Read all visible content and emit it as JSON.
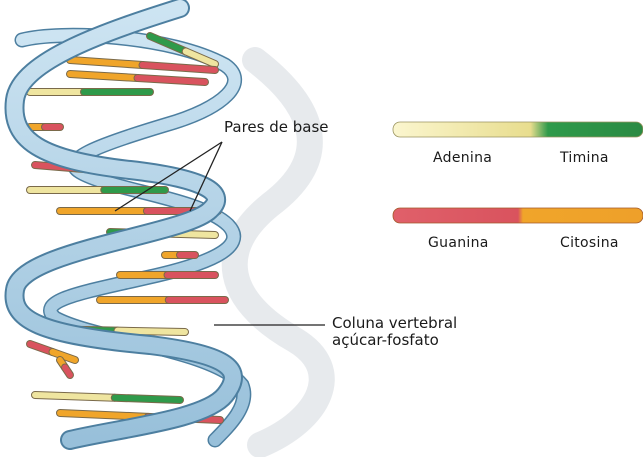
{
  "labels": {
    "base_pairs": "Pares de base",
    "backbone_line1": "Coluna vertebral",
    "backbone_line2": "açúcar-fosfato"
  },
  "legend": {
    "pair_1": {
      "left": "Adenina",
      "right": "Timina",
      "left_color": "#efe5a0",
      "right_color": "#2f9a4a"
    },
    "pair_2": {
      "left": "Guanina",
      "right": "Citosina",
      "left_color": "#d9535e",
      "right_color": "#f0a52a"
    }
  },
  "colors": {
    "backbone": "#a9cde3",
    "backbone_edge": "#4d7fa0",
    "shadow": "#d8dde3"
  }
}
